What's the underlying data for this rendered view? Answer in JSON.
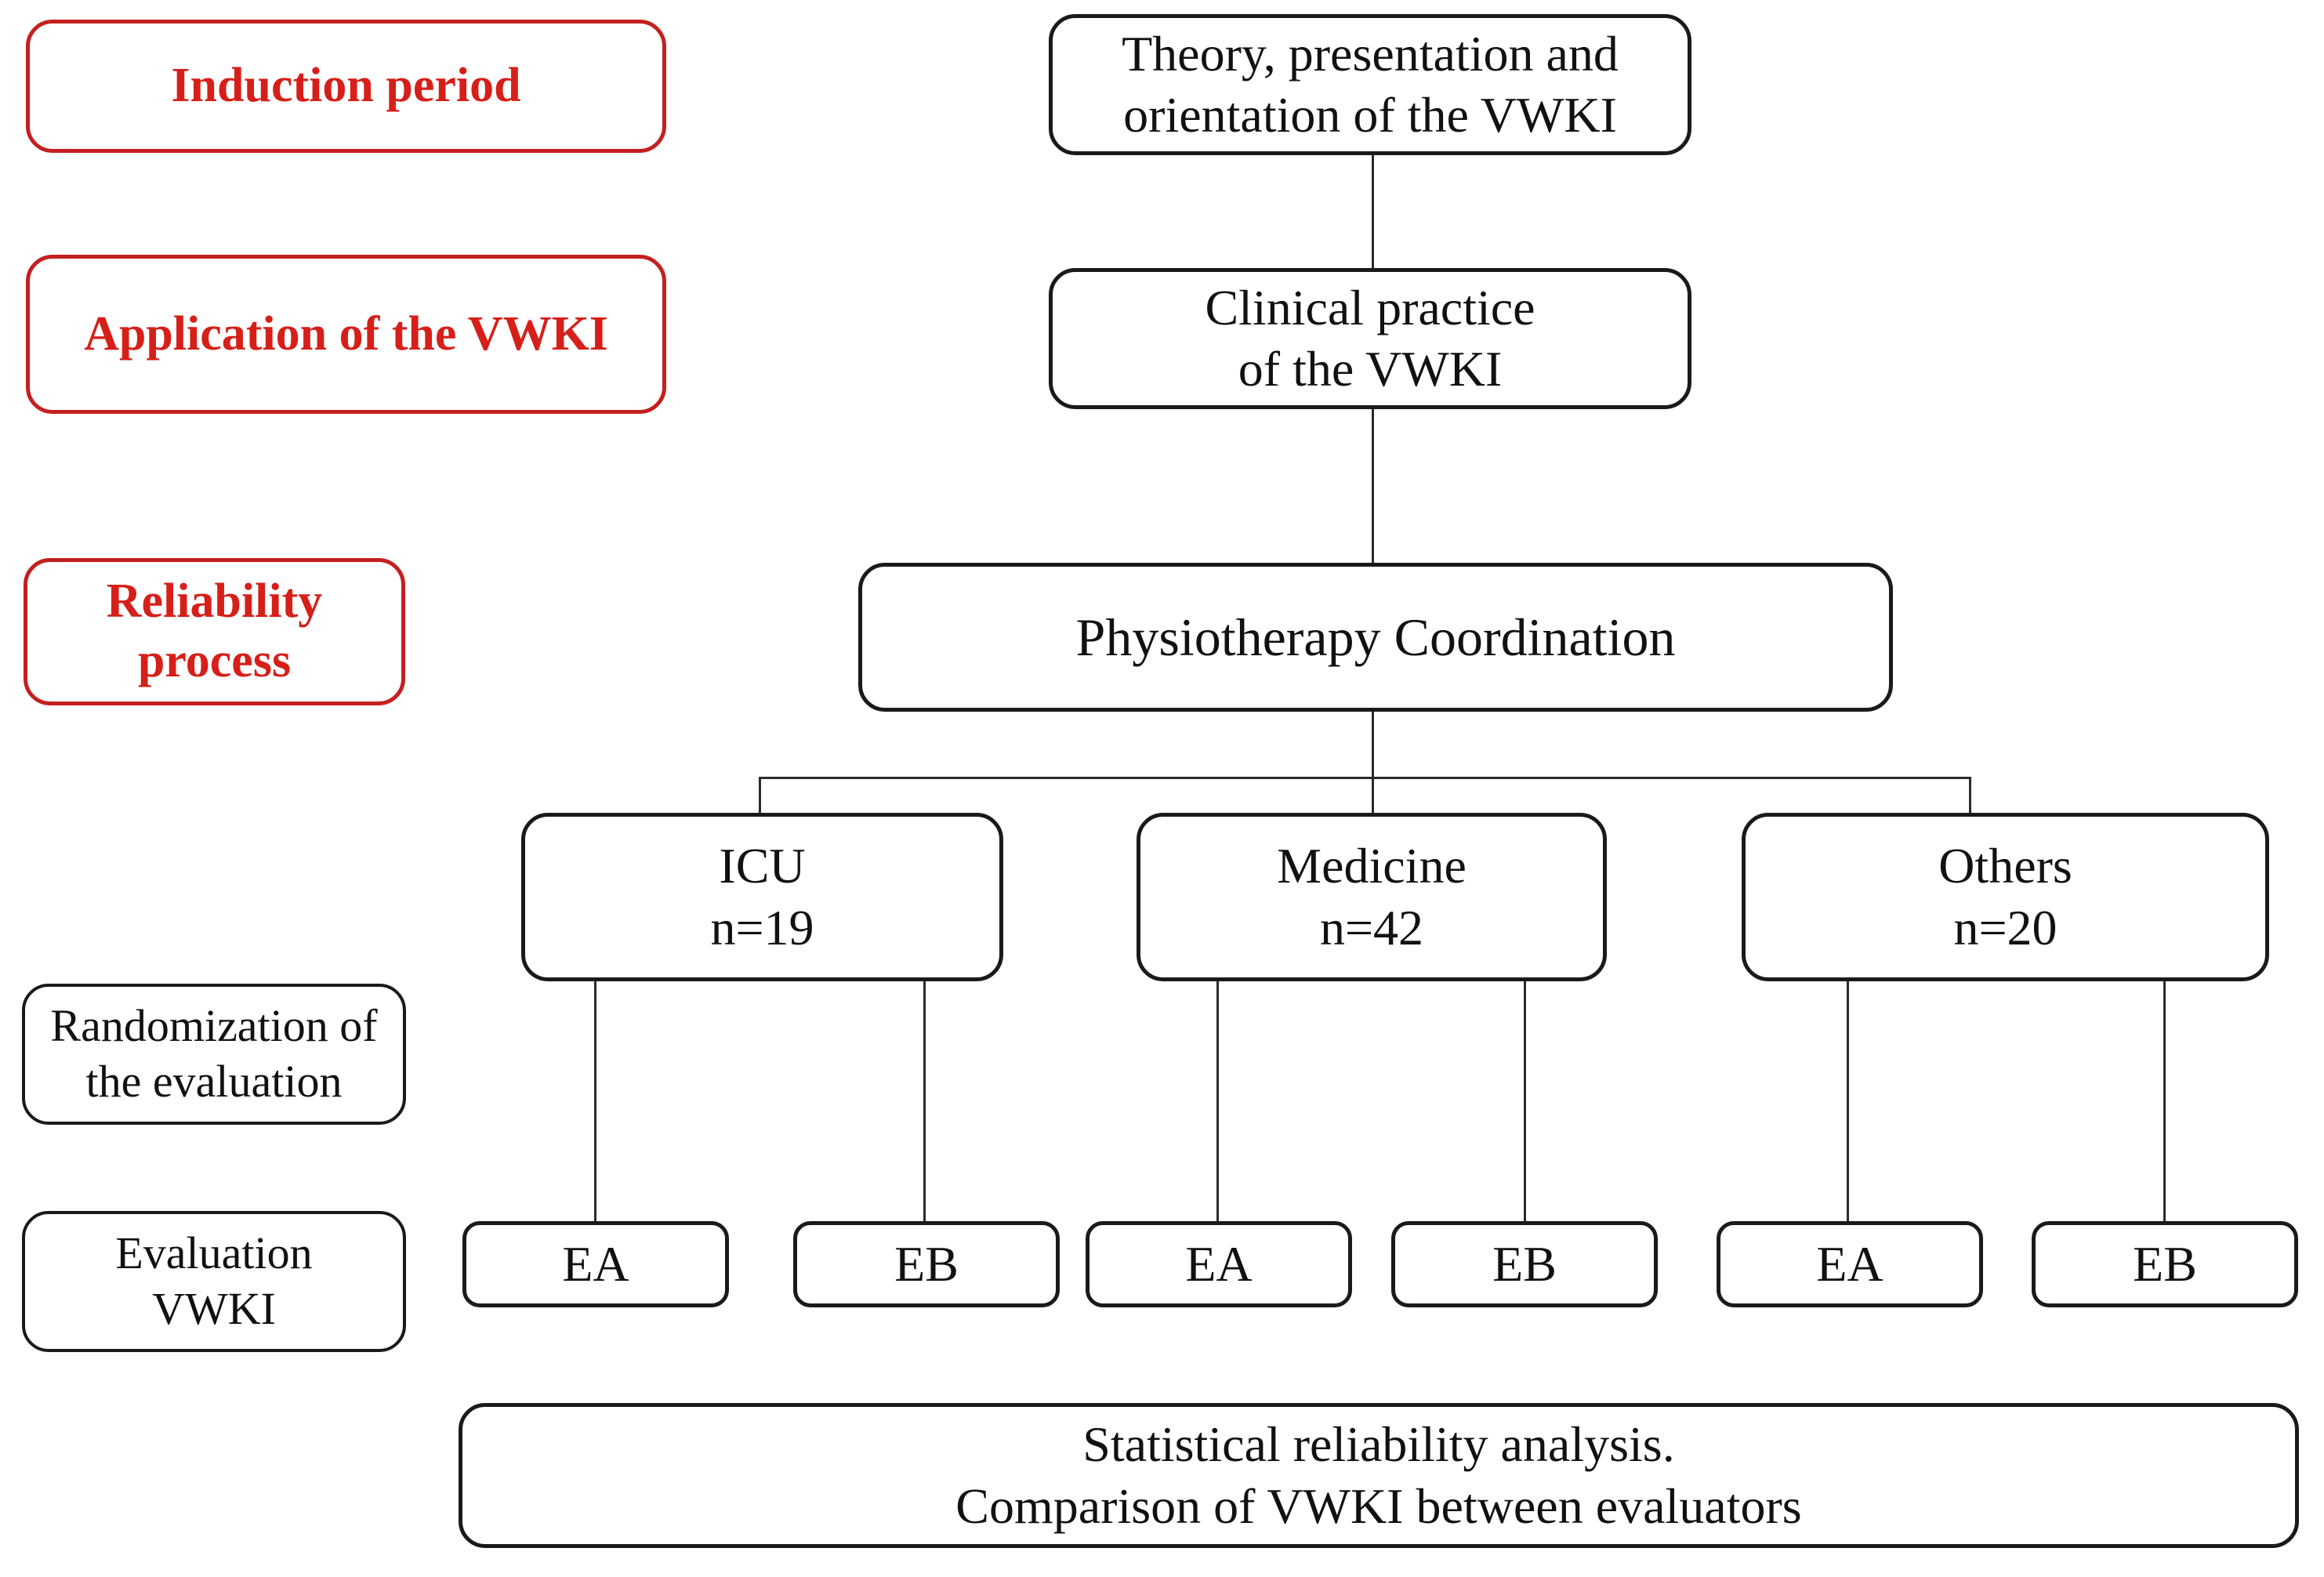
{
  "figure": {
    "title": "Flowchart of the VWKI induction, application and reliability study",
    "colors": {
      "stage_label_text": "#d61f19",
      "stage_label_border": "#c4201f",
      "node_border": "#1a1a1a",
      "node_text": "#111111",
      "connector": "#2b2b2b",
      "background": "#ffffff"
    }
  },
  "stage_labels": [
    {
      "id": "induction-period",
      "text": "Induction period"
    },
    {
      "id": "application-of-vwki",
      "text": "Application of the VWKI"
    },
    {
      "id": "reliability-process",
      "text": "Reliability\nprocess"
    }
  ],
  "row_labels": [
    {
      "id": "randomization-of-the-evaluation",
      "text": "Randomization of\nthe evaluation"
    },
    {
      "id": "evaluation-vwki",
      "text": "Evaluation\nVWKI"
    }
  ],
  "flow": {
    "theory": {
      "text": "Theory, presentation and\norientation of the VWKI"
    },
    "practice": {
      "text": "Clinical practice\nof the VWKI"
    },
    "coordination": {
      "text": "Physiotherapy Coordination"
    },
    "departments": [
      {
        "id": "icu",
        "name": "ICU",
        "n_label": "n=19",
        "n": 19
      },
      {
        "id": "medicine",
        "name": "Medicine",
        "n_label": "n=42",
        "n": 42
      },
      {
        "id": "others",
        "name": "Others",
        "n_label": "n=20",
        "n": 20
      }
    ],
    "evaluators": [
      {
        "id": "icu-ea",
        "label": "EA",
        "department": "ICU"
      },
      {
        "id": "icu-eb",
        "label": "EB",
        "department": "ICU"
      },
      {
        "id": "medicine-ea",
        "label": "EA",
        "department": "Medicine"
      },
      {
        "id": "medicine-eb",
        "label": "EB",
        "department": "Medicine"
      },
      {
        "id": "others-ea",
        "label": "EA",
        "department": "Others"
      },
      {
        "id": "others-eb",
        "label": "EB",
        "department": "Others"
      }
    ],
    "analysis": {
      "text": "Statistical reliability analysis.\nComparison of VWKI between evaluators"
    }
  }
}
